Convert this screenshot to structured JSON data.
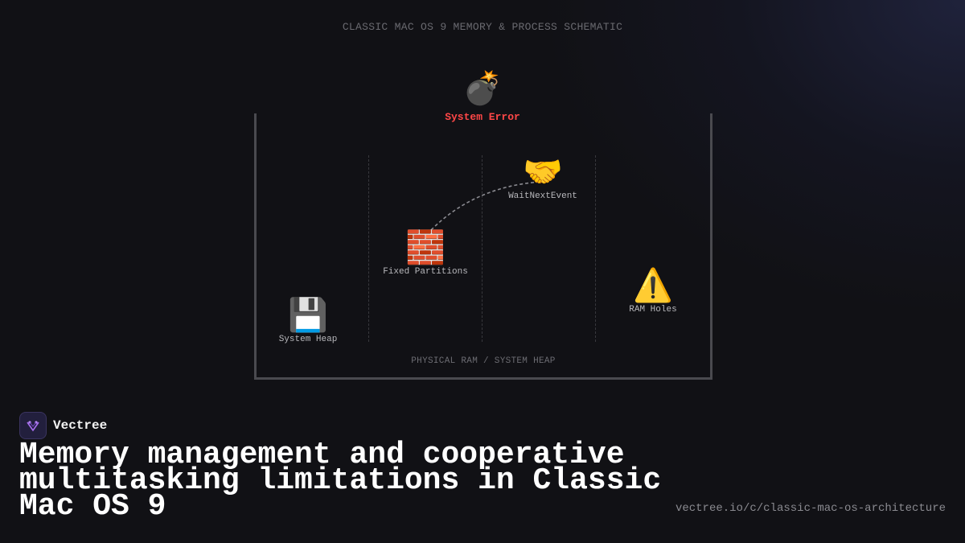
{
  "header": {
    "title": "CLASSIC MAC OS 9 MEMORY & PROCESS SCHEMATIC"
  },
  "diagram": {
    "container_label": "PHYSICAL RAM / SYSTEM HEAP",
    "nodes": {
      "system_error": {
        "icon": "bomb-icon",
        "glyph": "💣",
        "label": "System Error"
      },
      "wait_next_event": {
        "icon": "handshake-icon",
        "glyph": "🤝",
        "label": "WaitNextEvent"
      },
      "fixed_partitions": {
        "icon": "brick-icon",
        "glyph": "🧱",
        "label": "Fixed Partitions"
      },
      "ram_holes": {
        "icon": "warning-icon",
        "glyph": "⚠️",
        "label": "RAM Holes"
      },
      "system_heap": {
        "icon": "floppy-disk-icon",
        "glyph": "💾",
        "label": "System Heap"
      }
    },
    "connection": {
      "from": "fixed_partitions",
      "to": "wait_next_event",
      "style": "dashed"
    },
    "colors": {
      "error": "#ff4747",
      "frame": "#4a4a4f",
      "background": "#111115"
    }
  },
  "footer": {
    "brand": {
      "name": "Vectree",
      "logo_icon": "vectree-logo-icon"
    },
    "title": "Memory management and cooperative multitasking limitations in Classic Mac OS 9",
    "url": "vectree.io/c/classic-mac-os-architecture"
  }
}
